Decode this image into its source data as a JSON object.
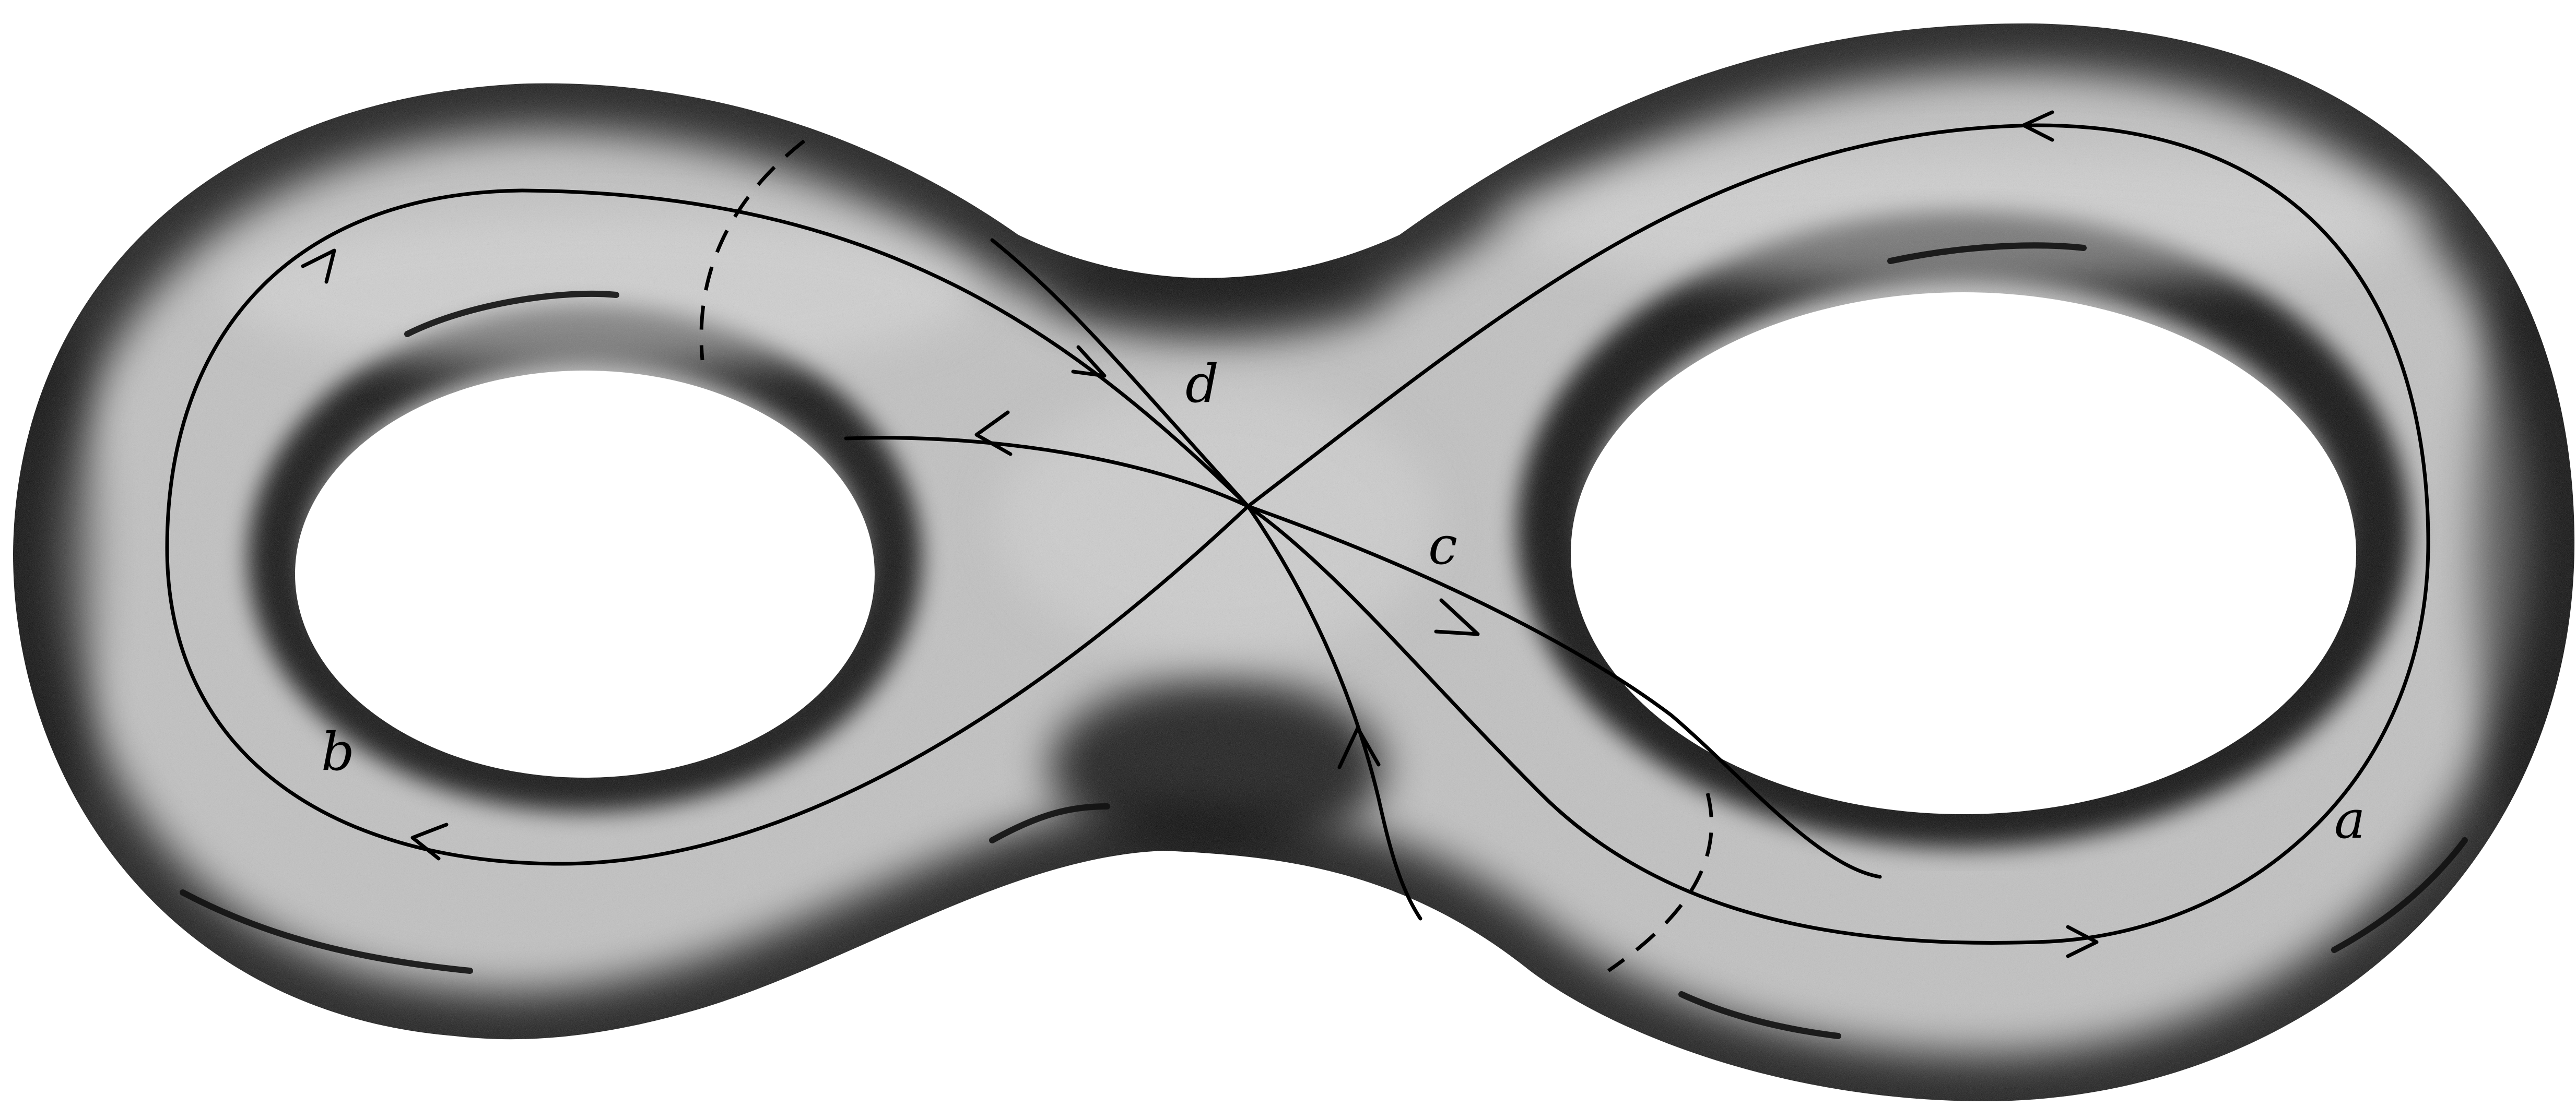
{
  "labels": {
    "a": "a",
    "b": "b",
    "c": "c",
    "d": "d"
  },
  "colors": {
    "surface_light": "#c6c6c6",
    "surface_dark": "#0a0a0a",
    "line": "#000000",
    "background": "#ffffff"
  }
}
